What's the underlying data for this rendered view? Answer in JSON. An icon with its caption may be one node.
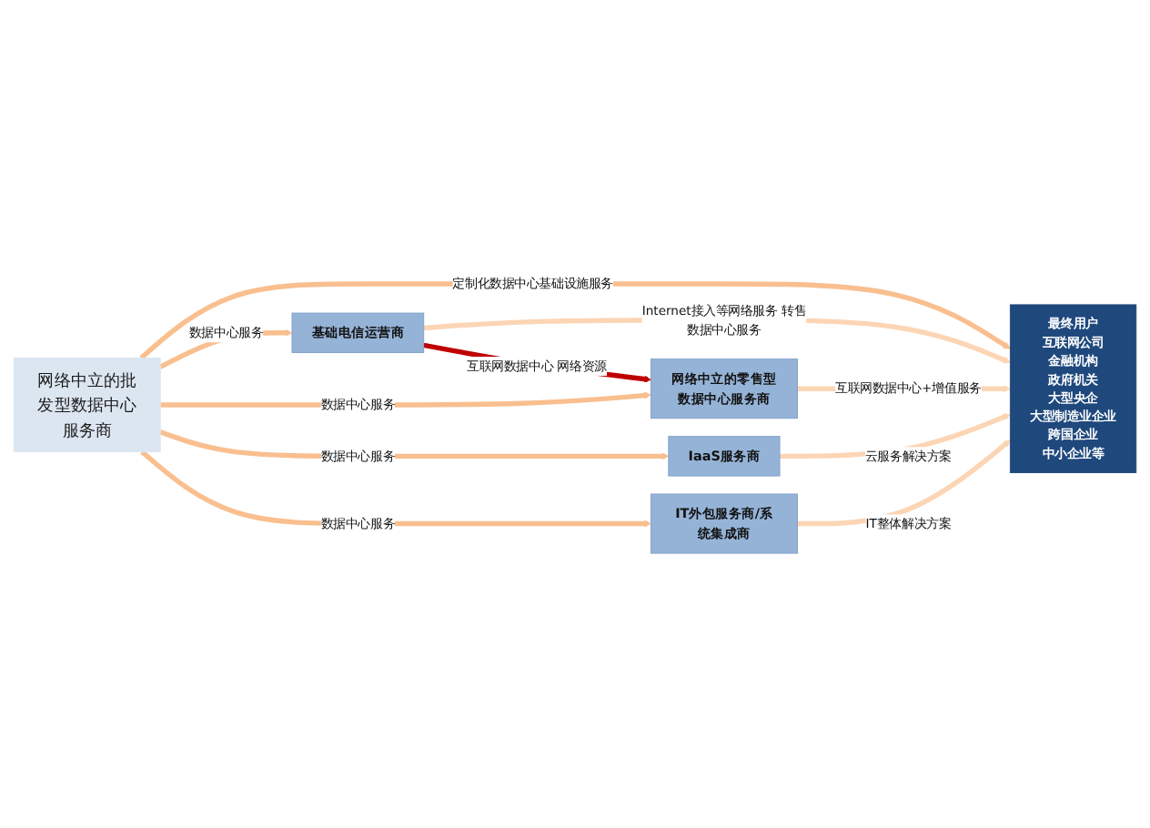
{
  "diagram": {
    "nodes": [
      {
        "text": [
          "网络中立的批发型数据中心服务商"
        ]
      },
      {
        "text": [
          "基础电信运营商"
        ]
      },
      {
        "text": [
          "网络中立的零售型数据中心服务商"
        ]
      },
      {
        "text": [
          "IaaS服务商"
        ]
      },
      {
        "text": [
          "IT外包服务商/系统集成商"
        ]
      },
      {
        "text": [
          "最终用户",
          "互联网公司",
          "金融机构",
          "政府机关",
          "大型央企",
          "大型制造业企业",
          "跨国企业",
          "中小企业等"
        ]
      }
    ],
    "edges": [
      {
        "from": 0,
        "to": 5,
        "arrow": "to",
        "label": "定制化数据中心基础设施服务"
      },
      {
        "from": 0,
        "to": 1,
        "arrow": "to",
        "label": "数据中心服务"
      },
      {
        "from": 1,
        "to": 5,
        "arrow": "to",
        "label": "Internet接入等网络服务 转售数据中心服务",
        "color": "#fcd5b5"
      },
      {
        "from": 1,
        "to": 2,
        "arrow": "to",
        "label": "互联网数据中心 网络资源",
        "color": "#c00000"
      },
      {
        "from": 0,
        "to": 2,
        "arrow": "to",
        "label": "数据中心服务"
      },
      {
        "from": 2,
        "to": 5,
        "arrow": "to",
        "label": "互联网数据中心+增值服务",
        "color": "#fcd5b5"
      },
      {
        "from": 0,
        "to": 3,
        "arrow": "to",
        "label": "数据中心服务"
      },
      {
        "from": 3,
        "to": 5,
        "arrow": "to",
        "label": "云服务解决方案",
        "color": "#fcd5b5"
      },
      {
        "from": 0,
        "to": 4,
        "arrow": "to",
        "label": "数据中心服务"
      },
      {
        "from": 4,
        "to": 5,
        "arrow": "to",
        "label": "IT整体解决方案",
        "color": "#fcd5b5"
      }
    ]
  }
}
